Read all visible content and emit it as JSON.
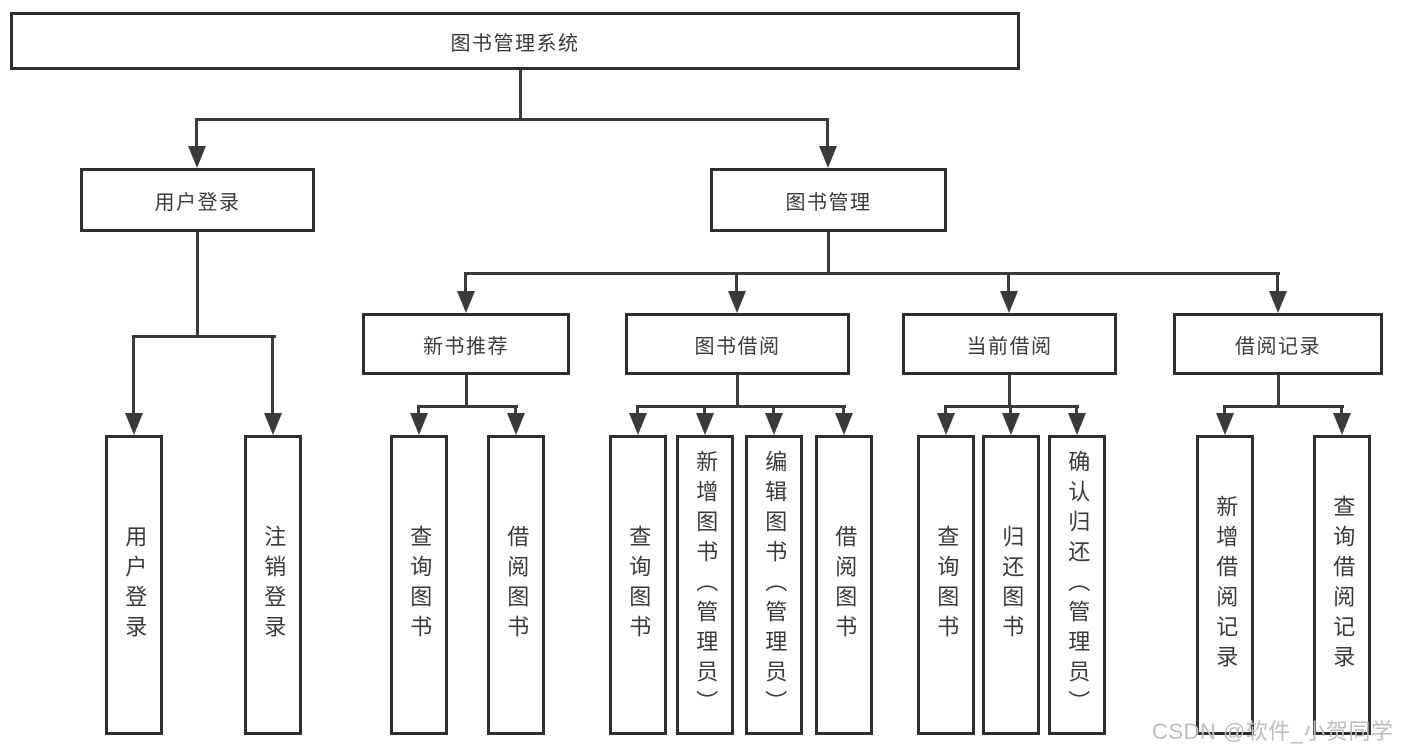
{
  "diagram": {
    "tree": {
      "root": {
        "label": "图书管理系统"
      },
      "children": [
        {
          "label": "用户登录",
          "children": [
            {
              "label": "用户登录"
            },
            {
              "label": "注销登录"
            }
          ]
        },
        {
          "label": "图书管理",
          "children": [
            {
              "label": "新书推荐",
              "children": [
                {
                  "label": "查询图书"
                },
                {
                  "label": "借阅图书"
                }
              ]
            },
            {
              "label": "图书借阅",
              "children": [
                {
                  "label": "查询图书"
                },
                {
                  "label": "新增图书（管理员）"
                },
                {
                  "label": "编辑图书（管理员）"
                },
                {
                  "label": "借阅图书"
                }
              ]
            },
            {
              "label": "当前借阅",
              "children": [
                {
                  "label": "查询图书"
                },
                {
                  "label": "归还图书"
                },
                {
                  "label": "确认归还（管理员）"
                }
              ]
            },
            {
              "label": "借阅记录",
              "children": [
                {
                  "label": "新增借阅记录"
                },
                {
                  "label": "查询借阅记录"
                }
              ]
            }
          ]
        }
      ]
    },
    "watermark": "CSDN @软件_小贺同学",
    "colors": {
      "line": "#3a3a3a",
      "box_border": "#2e2e2e",
      "text": "#3a3a3a",
      "background": "#ffffff",
      "watermark": "#bdbdbd"
    }
  }
}
